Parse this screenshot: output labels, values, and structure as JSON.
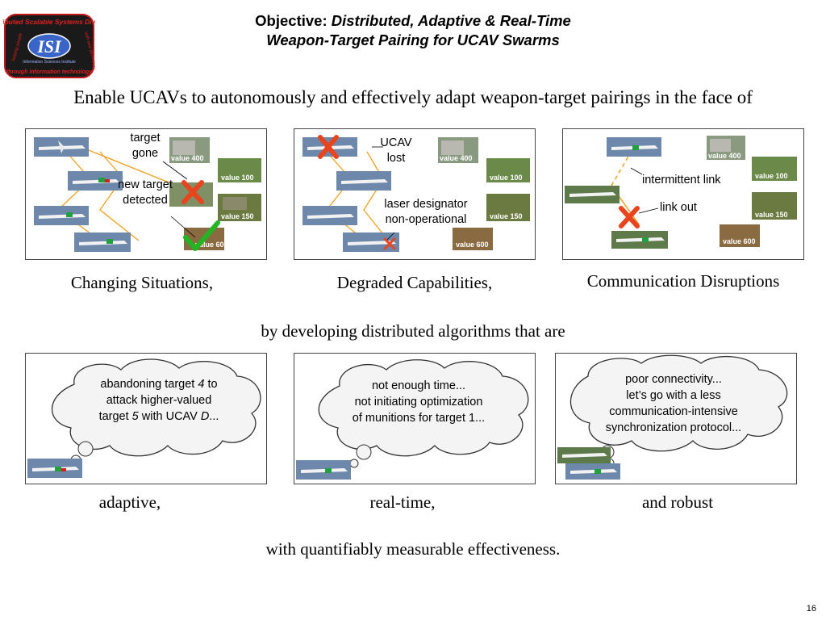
{
  "logo": {
    "top_text": "Distributed Scalable Systems Division",
    "center_text": "ISI",
    "sub_text": "Information Sciences Institute",
    "left_text": "helping people",
    "right_text": "with new technology",
    "bottom_text": "through information technology"
  },
  "title": {
    "prefix": "Objective:",
    "line1_italic": "Distributed, Adaptive & Real-Time",
    "line2_italic": "Weapon-Target Pairing for UCAV Swarms"
  },
  "intro": "Enable UCAVs to autonomously and effectively adapt weapon-target pairings in the face of",
  "top_panels": [
    {
      "labels": [
        "target gone",
        "new target detected"
      ],
      "target_values": [
        "value 400",
        "value 100",
        "value 150",
        "value 600"
      ],
      "caption": "Changing Situations,"
    },
    {
      "labels": [
        "UCAV lost",
        "laser designator non-operational"
      ],
      "target_values": [
        "value 400",
        "value 100",
        "value 150",
        "value 600"
      ],
      "caption": "Degraded Capabilities,"
    },
    {
      "labels": [
        "intermittent link",
        "link out"
      ],
      "target_values": [
        "value 400",
        "value 100",
        "value 150",
        "value 600"
      ],
      "caption": "Communication Disruptions"
    }
  ],
  "middle_text": "by developing distributed algorithms that are",
  "bottom_panels": [
    {
      "thought_lines": [
        "abandoning target ",
        "4",
        " to",
        "attack higher-valued",
        "target ",
        "5",
        " with UCAV ",
        "D",
        "..."
      ],
      "caption": "adaptive,"
    },
    {
      "thought_lines": [
        "not enough time...",
        "not initiating optimization",
        "of munitions for target 1..."
      ],
      "caption": "real-time,"
    },
    {
      "thought_lines": [
        "poor connectivity...",
        "let’s go with a less",
        "communication-intensive",
        "synchronization protocol..."
      ],
      "caption": "and robust"
    }
  ],
  "closing": "with quantifiably measurable effectiveness.",
  "page_number": "16",
  "colors": {
    "x_mark": "#e8451e",
    "check_mark": "#22b422",
    "link_line": "#f0a020",
    "logo_bg": "#1a1a1a",
    "logo_text": "#d01818",
    "logo_blue": "#3a64c8",
    "uav_bg": "#6d88aa",
    "target_bg": "#7f8f66"
  }
}
